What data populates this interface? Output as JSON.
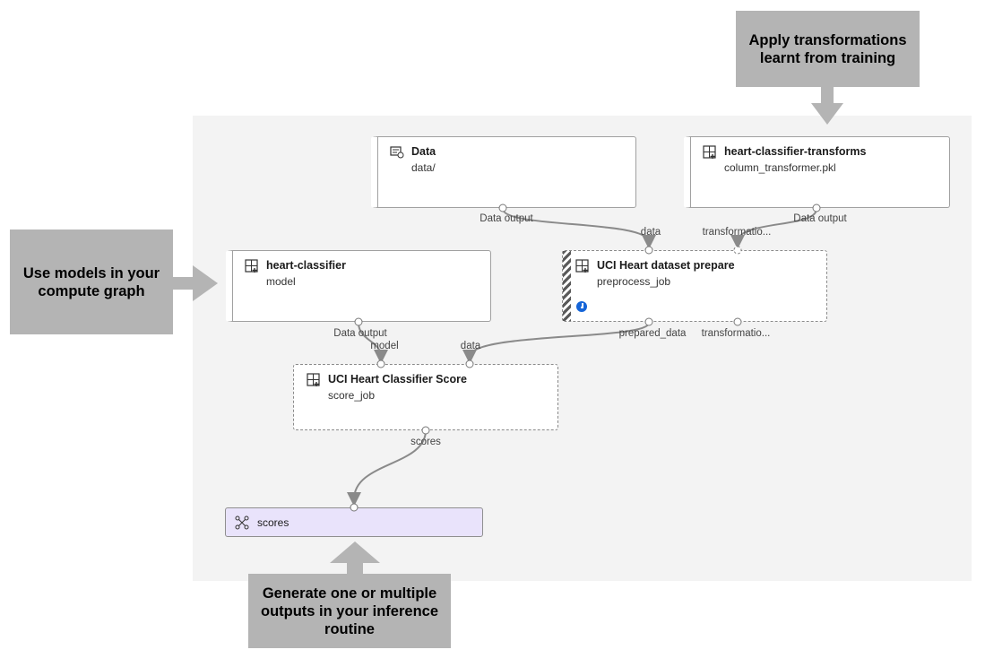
{
  "nodes": {
    "data": {
      "title": "Data",
      "sub": "data/",
      "icon": "data-asset-icon"
    },
    "transforms": {
      "title": "heart-classifier-transforms",
      "sub": "column_transformer.pkl",
      "icon": "model-grid-icon"
    },
    "classifier": {
      "title": "heart-classifier",
      "sub": "model",
      "icon": "model-grid-icon"
    },
    "prepare": {
      "title": "UCI Heart dataset prepare",
      "sub": "preprocess_job",
      "icon": "component-grid-icon"
    },
    "score": {
      "title": "UCI Heart Classifier Score",
      "sub": "score_job",
      "icon": "component-grid-icon"
    },
    "scores": {
      "title": "scores",
      "icon": "pipeline-output-icon"
    }
  },
  "ports": {
    "data_output_1": "Data output",
    "data_output_2": "Data output",
    "data_output_3": "Data output",
    "prepare_in_data": "data",
    "prepare_in_transform": "transformatio...",
    "prepare_out_prepared": "prepared_data",
    "prepare_out_transform": "transformatio...",
    "score_in_model": "model",
    "score_in_data": "data",
    "score_out_scores": "scores"
  },
  "callouts": {
    "apply": "Apply transformations learnt from training",
    "use_models": "Use models in your compute graph",
    "generate": "Generate one or multiple outputs in your inference routine"
  },
  "colors": {
    "callout_bg": "#b4b4b4",
    "canvas_bg": "#f3f3f3",
    "output_node_bg": "#e9e3fb",
    "running_status": "#1565d8"
  }
}
